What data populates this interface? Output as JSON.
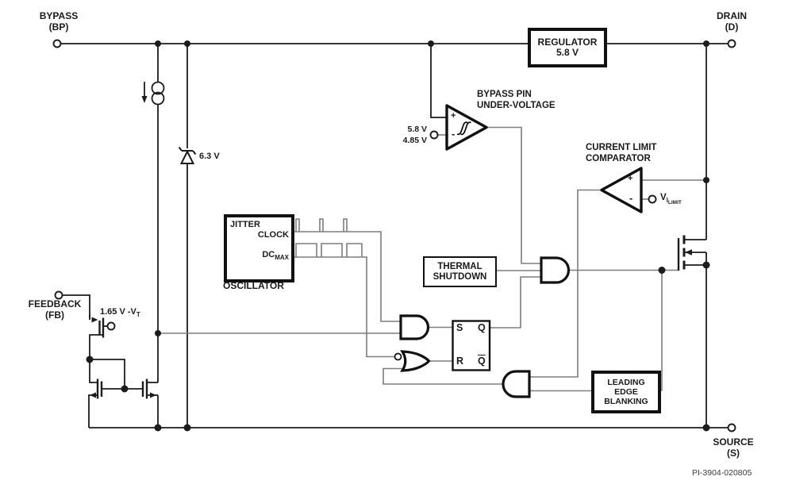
{
  "pins": {
    "bypass": {
      "name": "BYPASS",
      "id": "(BP)"
    },
    "drain": {
      "name": "DRAIN",
      "id": "(D)"
    },
    "feedback": {
      "name": "FEEDBACK",
      "id": "(FB)"
    },
    "source": {
      "name": "SOURCE",
      "id": "(S)"
    }
  },
  "blocks": {
    "regulator": {
      "line1": "REGULATOR",
      "line2": "5.8 V"
    },
    "thermal_shutdown": {
      "line1": "THERMAL",
      "line2": "SHUTDOWN"
    },
    "leading_edge_blanking": {
      "line1": "LEADING",
      "line2": "EDGE",
      "line3": "BLANKING"
    },
    "oscillator": {
      "jitter": "JITTER",
      "clock": "CLOCK",
      "dc": "DC",
      "dc_sub": "MAX",
      "caption": "OSCILLATOR"
    }
  },
  "comparators": {
    "bypass_uv": {
      "title1": "BYPASS PIN",
      "title2": "UNDER-VOLTAGE",
      "ref_high": "5.8 V",
      "ref_low": "4.85 V",
      "plus": "+",
      "minus": "-"
    },
    "current_limit": {
      "title1": "CURRENT LIMIT",
      "title2": "COMPARATOR",
      "ref_main": "V",
      "ref_sub": "I",
      "ref_subsub": "LIMIT",
      "plus": "+",
      "minus": "-"
    }
  },
  "latch": {
    "s": "S",
    "r": "R",
    "q": "Q",
    "qbar": "Q"
  },
  "labels": {
    "zener_voltage": "6.3 V",
    "fb_threshold": "1.65 V -V",
    "fb_threshold_sub": "T"
  },
  "footer": {
    "part_number": "PI-3904-020805"
  },
  "colors": {
    "background": "#ffffff",
    "ink": "#1a1a1a",
    "signal_wire": "#7d7d7d"
  }
}
